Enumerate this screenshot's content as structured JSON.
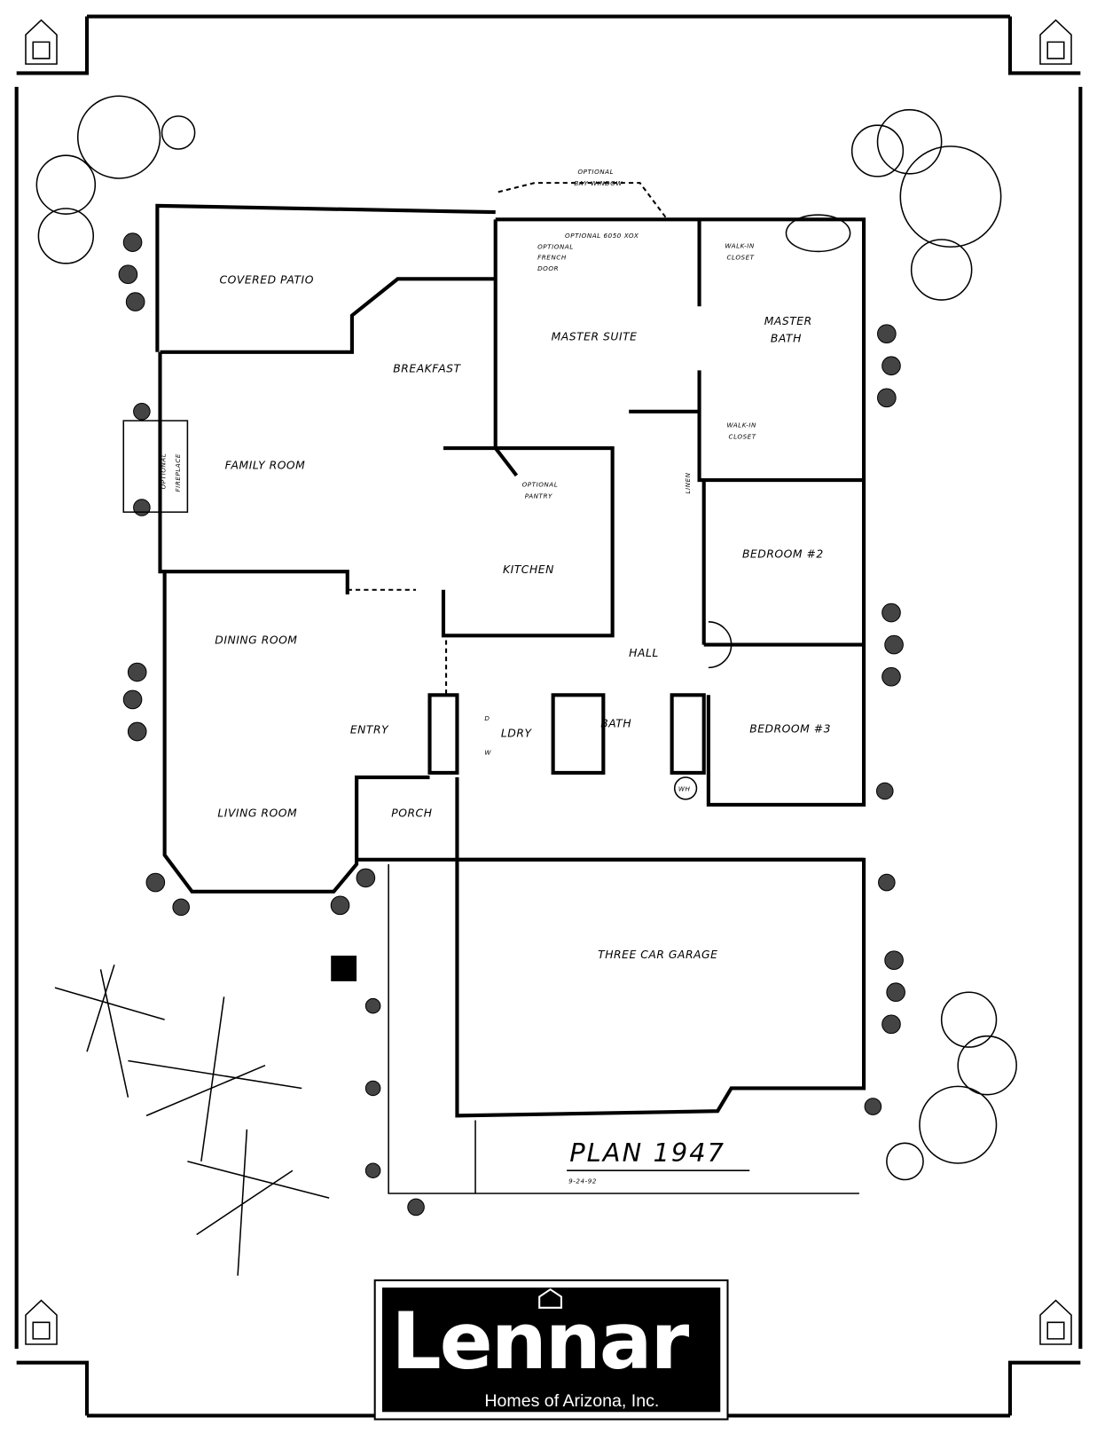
{
  "plan": {
    "title": "PLAN 1947",
    "date": "9-24-92"
  },
  "rooms": {
    "covered_patio": "COVERED PATIO",
    "breakfast": "BREAKFAST",
    "family_room": "FAMILY ROOM",
    "kitchen": "KITCHEN",
    "dining_room": "DINING ROOM",
    "living_room": "LIVING ROOM",
    "entry": "ENTRY",
    "porch": "PORCH",
    "master_suite": "MASTER SUITE",
    "master_bath_1": "MASTER",
    "master_bath_2": "BATH",
    "walk_in_closet_top_1": "WALK-IN",
    "walk_in_closet_top_2": "CLOSET",
    "walk_in_closet_bottom_1": "WALK-IN",
    "walk_in_closet_bottom_2": "CLOSET",
    "linen": "LINEN",
    "bedroom_2": "BEDROOM #2",
    "bedroom_3": "BEDROOM #3",
    "hall": "HALL",
    "bath": "BATH",
    "laundry": "LDRY",
    "dryer": "D",
    "washer": "W",
    "water_heater": "WH",
    "garage": "THREE CAR GARAGE"
  },
  "options": {
    "bay_window_1": "OPTIONAL",
    "bay_window_2": "BAY WINDOW",
    "window_xox": "OPTIONAL 6050 XOX",
    "french_door_1": "OPTIONAL",
    "french_door_2": "FRENCH",
    "french_door_3": "DOOR",
    "pantry_1": "OPTIONAL",
    "pantry_2": "PANTRY",
    "fireplace_1": "OPTIONAL",
    "fireplace_2": "FIREPLACE"
  },
  "logo": {
    "brand": "Lennar",
    "subtitle": "Homes of Arizona, Inc."
  }
}
